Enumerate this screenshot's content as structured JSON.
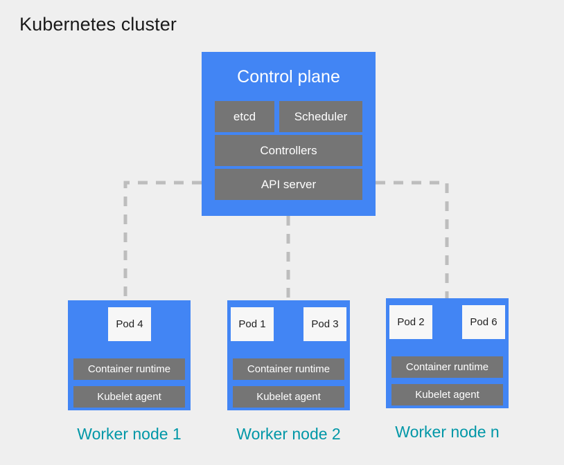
{
  "diagram": {
    "title": "Kubernetes cluster",
    "colors": {
      "background": "#efefef",
      "node_blue": "#4285f4",
      "component_gray": "#757575",
      "pod_white": "#f7f7f7",
      "label_teal": "#0097a7",
      "connector_gray": "#bdbdbd",
      "title_black": "#1a1a1a"
    }
  },
  "control_plane": {
    "title": "Control plane",
    "components": [
      {
        "label": "etcd"
      },
      {
        "label": "Scheduler"
      },
      {
        "label": "Controllers"
      },
      {
        "label": "API server"
      }
    ]
  },
  "worker_nodes": [
    {
      "label": "Worker node 1",
      "pods": [
        {
          "label": "Pod 4"
        }
      ],
      "components": [
        {
          "label": "Container runtime"
        },
        {
          "label": "Kubelet agent"
        }
      ]
    },
    {
      "label": "Worker node 2",
      "pods": [
        {
          "label": "Pod 1"
        },
        {
          "label": "Pod 3"
        }
      ],
      "components": [
        {
          "label": "Container runtime"
        },
        {
          "label": "Kubelet agent"
        }
      ]
    },
    {
      "label": "Worker node n",
      "pods": [
        {
          "label": "Pod 2"
        },
        {
          "label": "Pod 6"
        }
      ],
      "components": [
        {
          "label": "Container runtime"
        },
        {
          "label": "Kubelet agent"
        }
      ]
    }
  ],
  "connectors": [
    {
      "name": "api-server-to-worker-1",
      "style": "dashed"
    },
    {
      "name": "control-plane-to-worker-2",
      "style": "dashed"
    },
    {
      "name": "api-server-to-worker-n",
      "style": "dashed"
    }
  ]
}
